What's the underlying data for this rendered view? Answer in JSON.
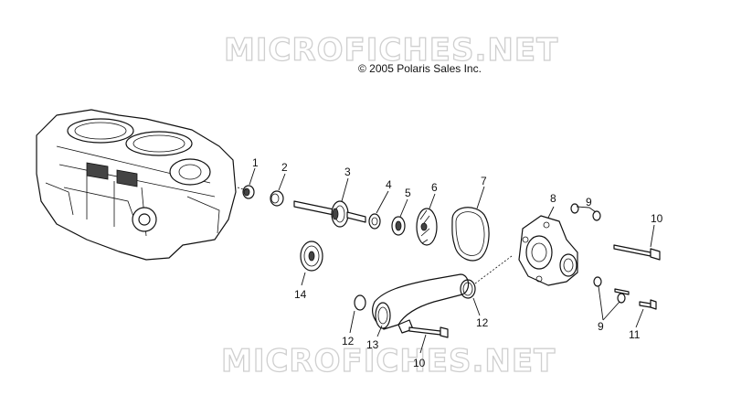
{
  "watermark": {
    "top_text": "MICROFICHES.NET",
    "bottom_text": "MICROFICHES.NET"
  },
  "copyright": "© 2005 Polaris Sales Inc.",
  "callouts": {
    "c1": "1",
    "c2": "2",
    "c3": "3",
    "c4": "4",
    "c5": "5",
    "c6": "6",
    "c7": "7",
    "c8": "8",
    "c9a": "9",
    "c9b": "9",
    "c10a": "10",
    "c10b": "10",
    "c11": "11",
    "c12a": "12",
    "c12b": "12",
    "c13": "13",
    "c14": "14"
  }
}
